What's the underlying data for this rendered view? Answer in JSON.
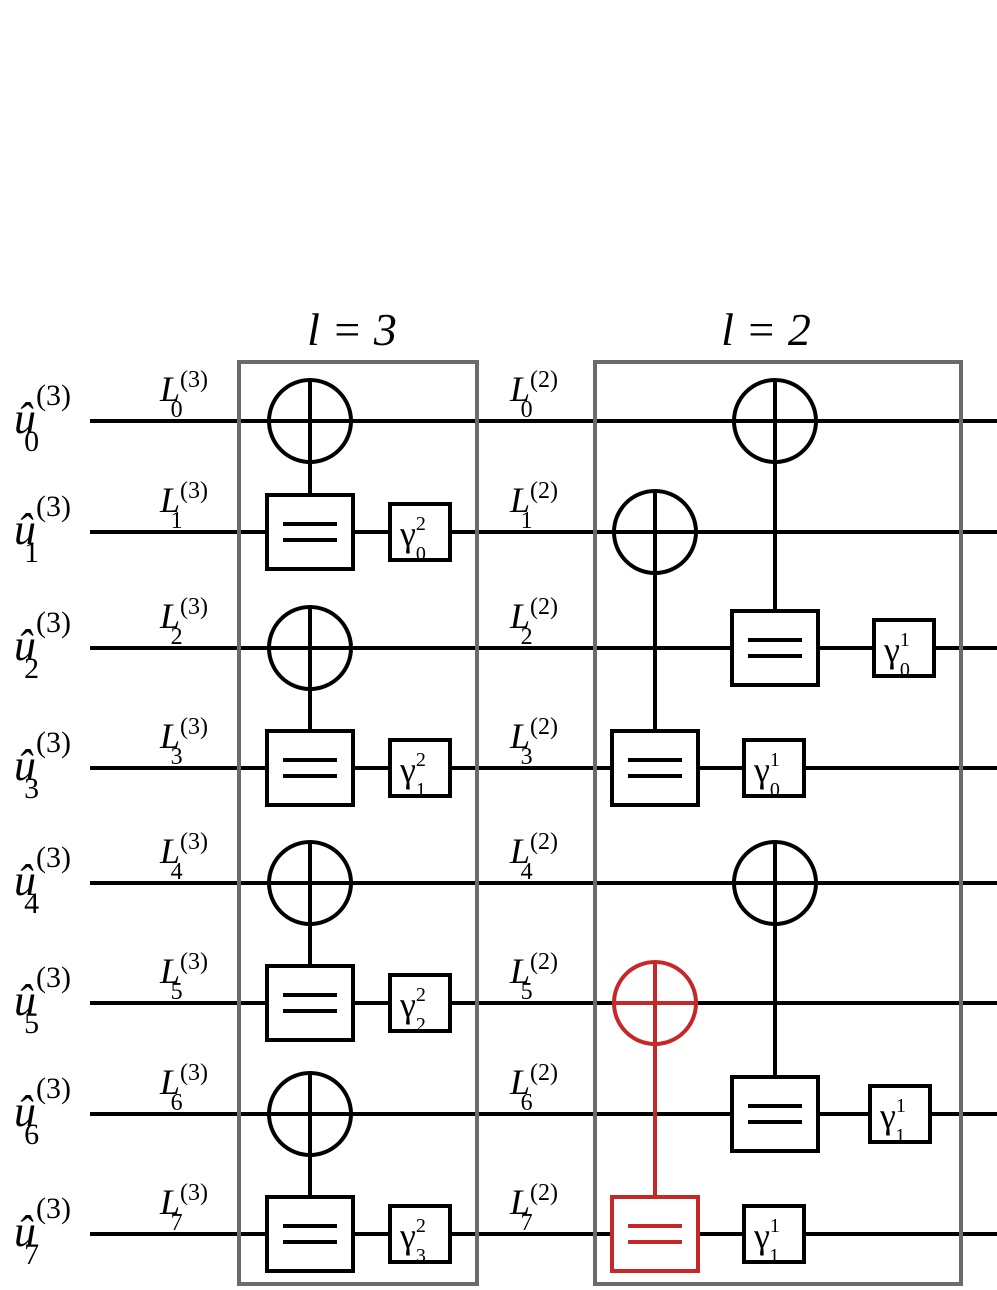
{
  "wire_labels": [
    {
      "base": "û",
      "sub": "0",
      "sup": "(3)"
    },
    {
      "base": "û",
      "sub": "1",
      "sup": "(3)"
    },
    {
      "base": "û",
      "sub": "2",
      "sup": "(3)"
    },
    {
      "base": "û",
      "sub": "3",
      "sup": "(3)"
    },
    {
      "base": "û",
      "sub": "4",
      "sup": "(3)"
    },
    {
      "base": "û",
      "sub": "5",
      "sup": "(3)"
    },
    {
      "base": "û",
      "sub": "6",
      "sup": "(3)"
    },
    {
      "base": "û",
      "sub": "7",
      "sup": "(3)"
    }
  ],
  "layers": [
    {
      "title": "l = 3",
      "input_labels": [
        {
          "base": "L",
          "sub": "0",
          "sup": "(3)"
        },
        {
          "base": "L",
          "sub": "1",
          "sup": "(3)"
        },
        {
          "base": "L",
          "sub": "2",
          "sup": "(3)"
        },
        {
          "base": "L",
          "sub": "3",
          "sup": "(3)"
        },
        {
          "base": "L",
          "sub": "4",
          "sup": "(3)"
        },
        {
          "base": "L",
          "sub": "5",
          "sup": "(3)"
        },
        {
          "base": "L",
          "sub": "6",
          "sup": "(3)"
        },
        {
          "base": "L",
          "sub": "7",
          "sup": "(3)"
        }
      ],
      "gates": [
        {
          "xor_wire": 0,
          "eq_wire": 1,
          "highlight": false
        },
        {
          "xor_wire": 2,
          "eq_wire": 3,
          "highlight": false
        },
        {
          "xor_wire": 4,
          "eq_wire": 5,
          "highlight": false
        },
        {
          "xor_wire": 6,
          "eq_wire": 7,
          "highlight": false
        }
      ],
      "gamma_boxes": [
        {
          "wire": 1,
          "base": "γ",
          "sup": "2",
          "sub": "0"
        },
        {
          "wire": 3,
          "base": "γ",
          "sup": "2",
          "sub": "1"
        },
        {
          "wire": 5,
          "base": "γ",
          "sup": "2",
          "sub": "2"
        },
        {
          "wire": 7,
          "base": "γ",
          "sup": "2",
          "sub": "3"
        }
      ]
    },
    {
      "title": "l = 2",
      "input_labels": [
        {
          "base": "L",
          "sub": "0",
          "sup": "(2)"
        },
        {
          "base": "L",
          "sub": "1",
          "sup": "(2)"
        },
        {
          "base": "L",
          "sub": "2",
          "sup": "(2)"
        },
        {
          "base": "L",
          "sub": "3",
          "sup": "(2)"
        },
        {
          "base": "L",
          "sub": "4",
          "sup": "(2)"
        },
        {
          "base": "L",
          "sub": "5",
          "sup": "(2)"
        },
        {
          "base": "L",
          "sub": "6",
          "sup": "(2)"
        },
        {
          "base": "L",
          "sub": "7",
          "sup": "(2)"
        }
      ],
      "gates": [
        {
          "xor_wire": 1,
          "eq_wire": 3,
          "highlight": false
        },
        {
          "xor_wire": 0,
          "eq_wire": 2,
          "highlight": false
        },
        {
          "xor_wire": 5,
          "eq_wire": 7,
          "highlight": true
        },
        {
          "xor_wire": 4,
          "eq_wire": 6,
          "highlight": false
        }
      ],
      "gamma_boxes": [
        {
          "wire": 2,
          "base": "γ",
          "sup": "1",
          "sub": "0"
        },
        {
          "wire": 3,
          "base": "γ",
          "sup": "1",
          "sub": "0"
        },
        {
          "wire": 6,
          "base": "γ",
          "sup": "1",
          "sub": "1"
        },
        {
          "wire": 7,
          "base": "γ",
          "sup": "1",
          "sub": "1"
        }
      ]
    }
  ],
  "colors": {
    "wire": "#000000",
    "frame": "#6b6b6b",
    "highlight": "#c62828"
  }
}
